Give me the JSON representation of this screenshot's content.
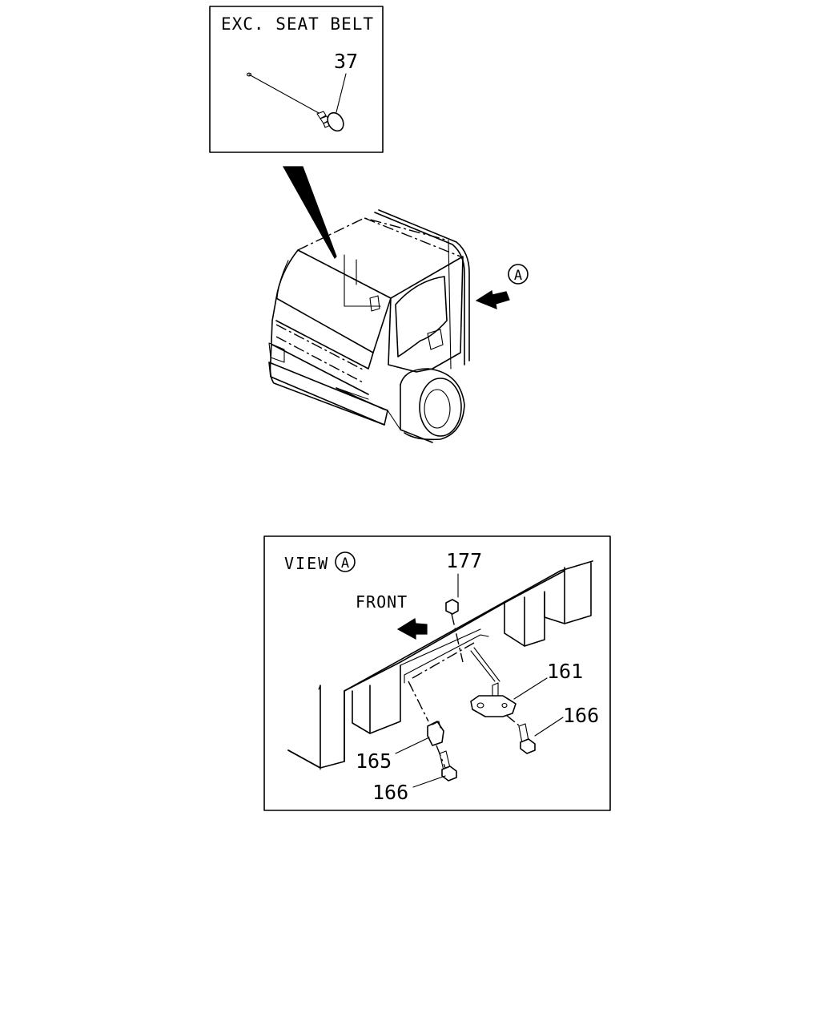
{
  "inset_top": {
    "caption": "EXC. SEAT BELT",
    "callouts": [
      "37"
    ]
  },
  "view_label": "A",
  "inset_bottom": {
    "view_prefix": "VIEW",
    "view_letter": "A",
    "direction_label": "FRONT",
    "callouts": [
      "177",
      "161",
      "166",
      "165",
      "166"
    ]
  },
  "icons": [
    "arrow-icon",
    "front-arrow-icon",
    "circle-letter-icon",
    "leader-pointer-icon"
  ]
}
